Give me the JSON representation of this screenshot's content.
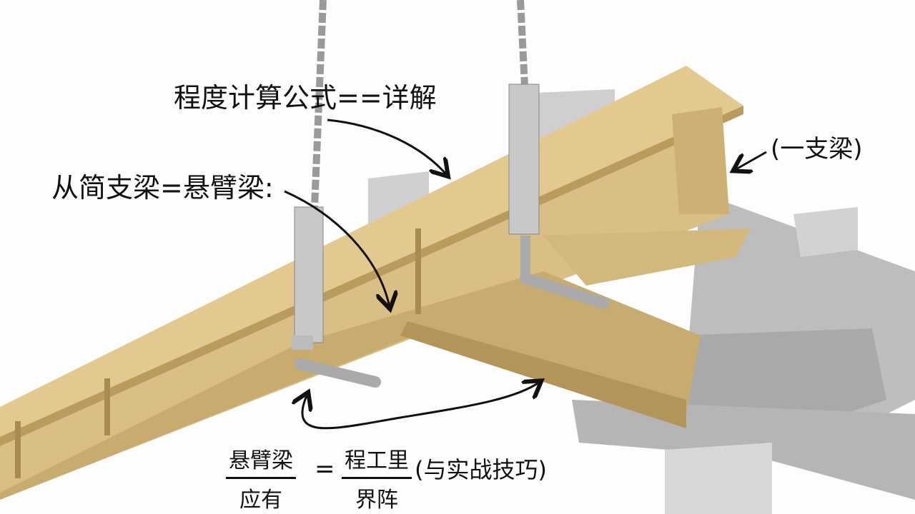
{
  "annotations": {
    "title": "程度计算公式==详解",
    "left_label": "从简支梁=悬臂梁:",
    "right_label": "(一支梁)",
    "formula": {
      "left_numerator": "悬臂梁",
      "left_denominator": "应有",
      "equals": "=",
      "right_numerator": "程工里",
      "right_denominator": "界阵",
      "suffix": "(与实战技巧)"
    }
  },
  "colors": {
    "beam": "#d9bf86",
    "beam_dark": "#b99b5e",
    "steel": "#c9c9c9",
    "ink": "#111111"
  }
}
